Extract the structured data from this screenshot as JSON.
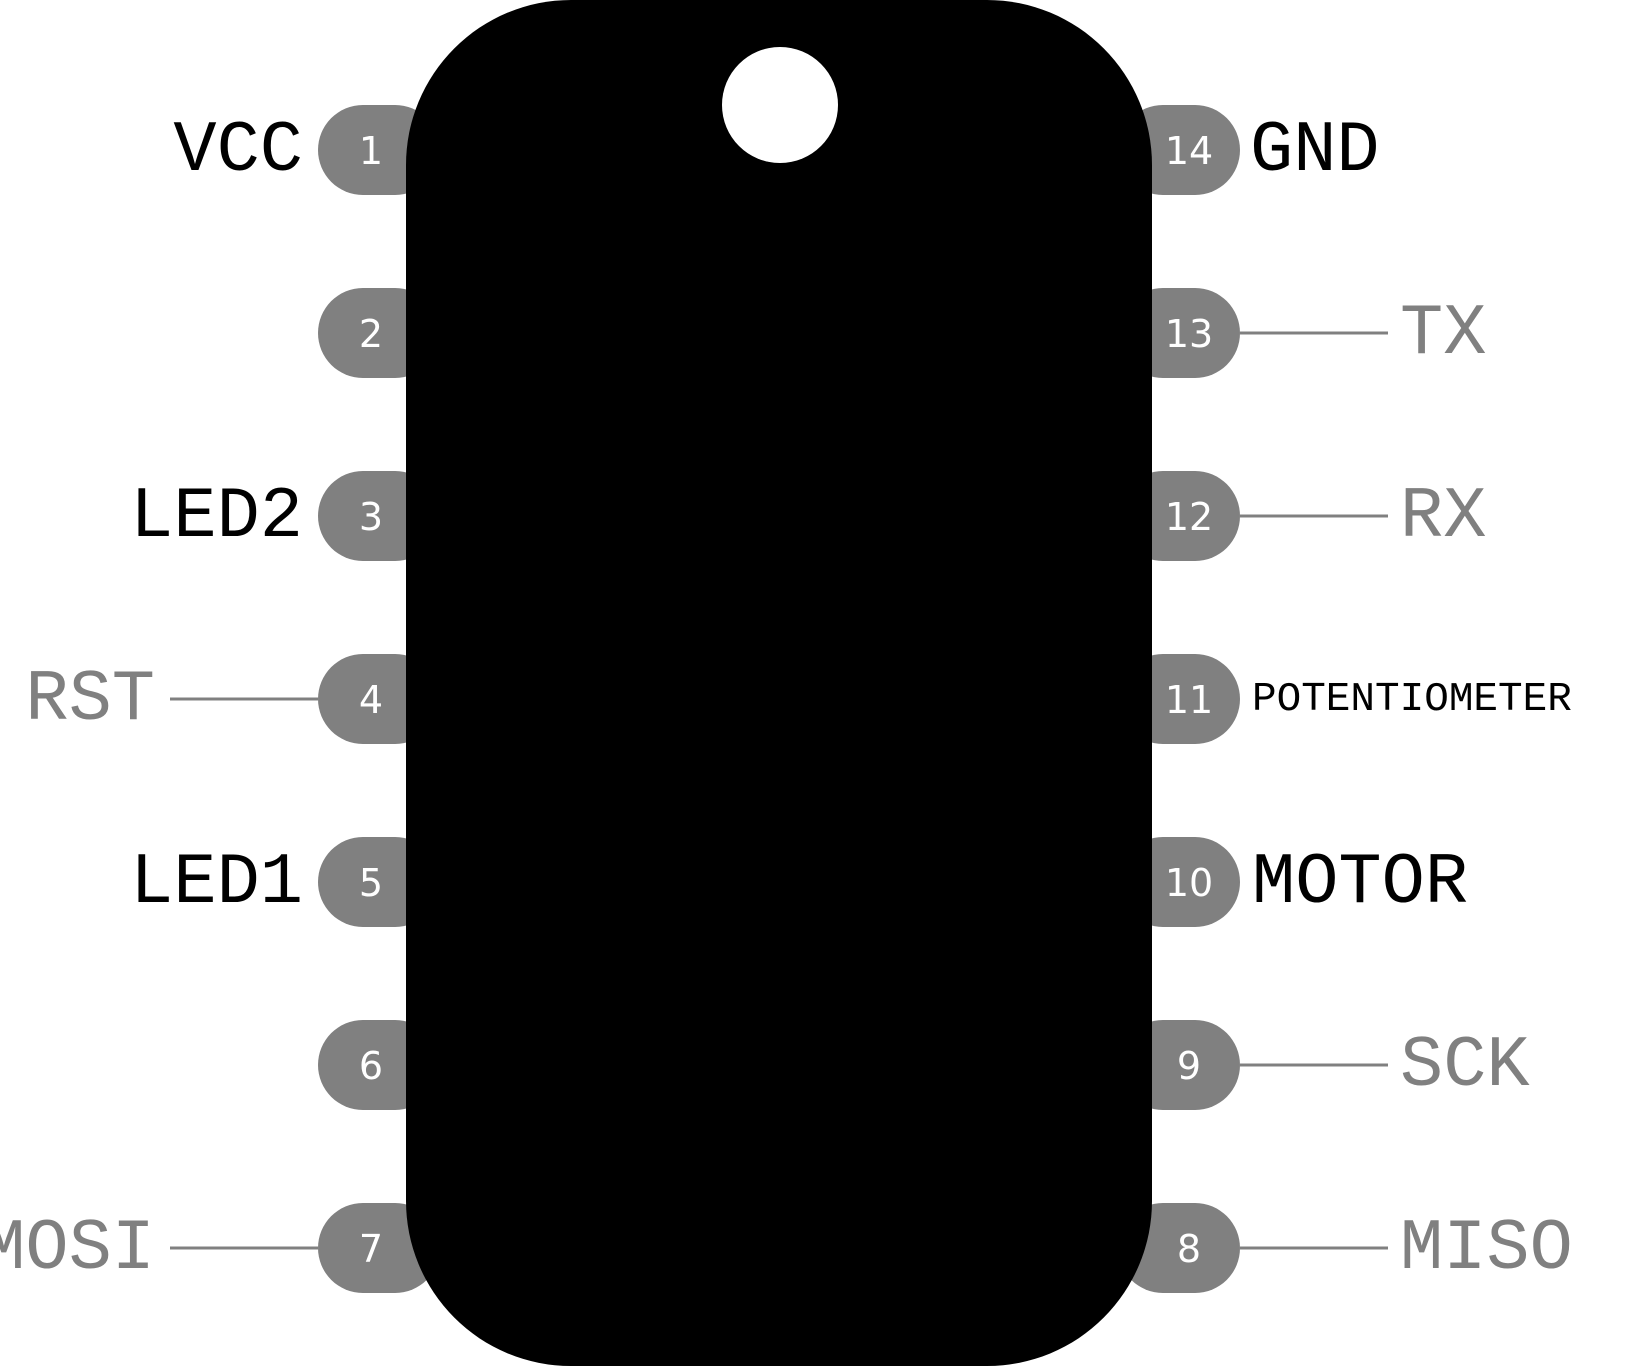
{
  "colors": {
    "chip_body": "#000000",
    "pin_pad": "#808080",
    "pin_number": "#ffffff",
    "label_primary": "#000000",
    "label_secondary": "#808080",
    "leader_line": "#808080"
  },
  "pins": [
    {
      "number": "1",
      "label": "VCC",
      "style": "primary",
      "leader": false
    },
    {
      "number": "2",
      "label": "",
      "style": "primary",
      "leader": false
    },
    {
      "number": "3",
      "label": "LED2",
      "style": "primary",
      "leader": false
    },
    {
      "number": "4",
      "label": "RST",
      "style": "secondary",
      "leader": true
    },
    {
      "number": "5",
      "label": "LED1",
      "style": "primary",
      "leader": false
    },
    {
      "number": "6",
      "label": "",
      "style": "primary",
      "leader": false
    },
    {
      "number": "7",
      "label": "MOSI",
      "style": "secondary",
      "leader": true
    },
    {
      "number": "8",
      "label": "MISO",
      "style": "secondary",
      "leader": true
    },
    {
      "number": "9",
      "label": "SCK",
      "style": "secondary",
      "leader": true
    },
    {
      "number": "10",
      "label": "MOTOR",
      "style": "primary",
      "leader": false
    },
    {
      "number": "11",
      "label": "POTENTIOMETER",
      "style": "primary",
      "leader": false
    },
    {
      "number": "12",
      "label": "RX",
      "style": "secondary",
      "leader": true
    },
    {
      "number": "13",
      "label": "TX",
      "style": "secondary",
      "leader": true
    },
    {
      "number": "14",
      "label": "GND",
      "style": "primary",
      "leader": false
    }
  ]
}
